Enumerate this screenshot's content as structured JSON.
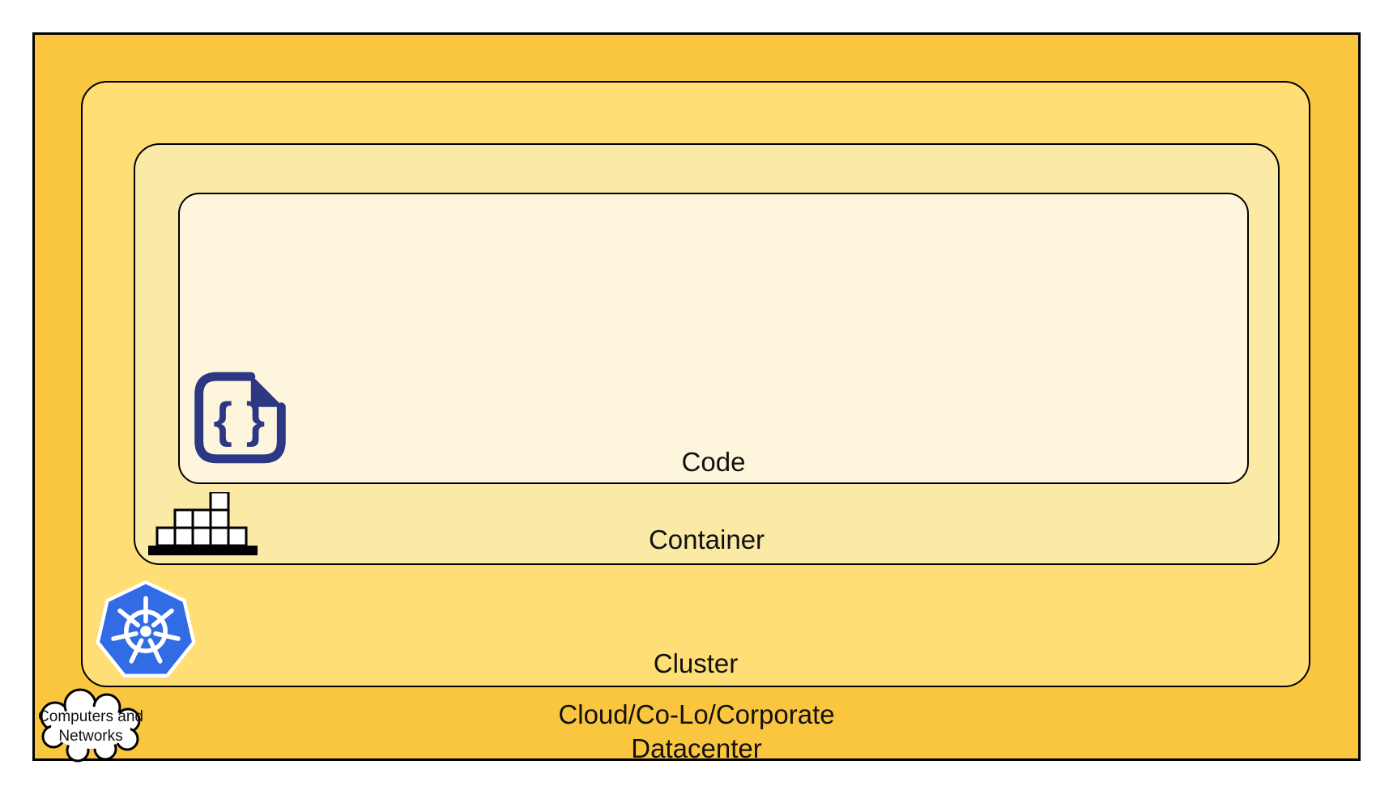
{
  "diagram": {
    "layers": [
      {
        "id": "code",
        "label": "Code",
        "fill": "#FDF6DC",
        "icon": "code-file-icon"
      },
      {
        "id": "container",
        "label": "Container",
        "fill": "#FBE9A6",
        "icon": "container-stack-icon"
      },
      {
        "id": "cluster",
        "label": "Cluster",
        "fill": "#FFDF75",
        "icon": "kubernetes-icon"
      },
      {
        "id": "datacenter",
        "label_line1": "Cloud/Co-Lo/Corporate",
        "label_line2": "Datacenter",
        "fill": "#FBC63F",
        "icon": "cloud-icon"
      }
    ],
    "cloud_callout": {
      "line1": "Computers and",
      "line2": "Networks"
    },
    "code_icon_glyph": "{ }",
    "colors": {
      "outer_fill": "#FBC63F",
      "cluster_fill": "#FFDF75",
      "container_fill": "#FBE9A6",
      "code_fill": "#FDF6DC",
      "border": "#000000",
      "code_icon_navy": "#2E3784",
      "kubernetes_blue": "#326CE5",
      "text": "#111111"
    }
  }
}
